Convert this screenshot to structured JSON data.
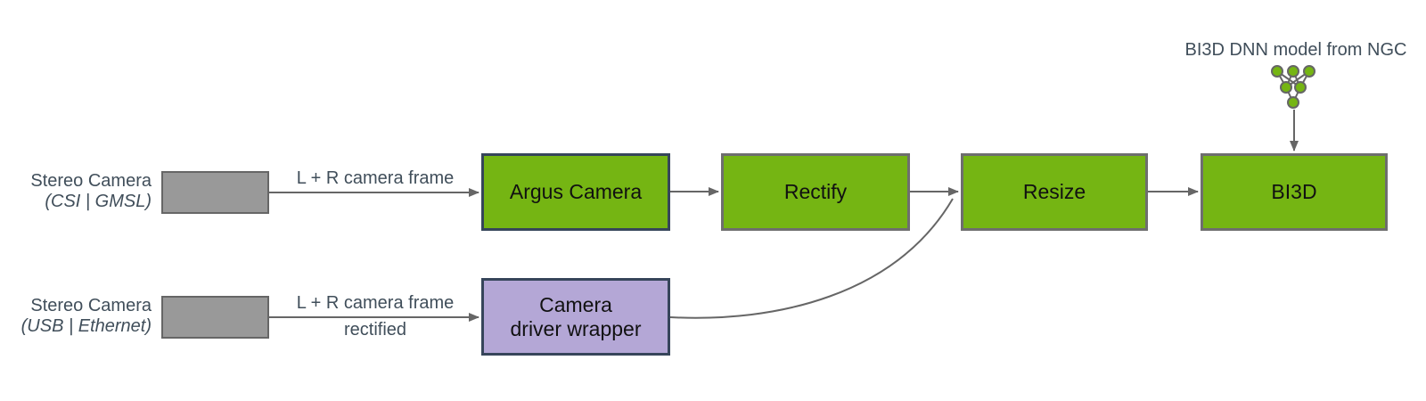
{
  "diagram": {
    "model_label": "BI3D DNN model from NGC",
    "sources": [
      {
        "name": "Stereo Camera",
        "interface": "(CSI | GMSL)"
      },
      {
        "name": "Stereo Camera",
        "interface": "(USB | Ethernet)"
      }
    ],
    "edge_labels": {
      "csi_frame": "L + R camera frame",
      "usb_frame": "L + R camera frame",
      "usb_frame_note": "rectified"
    },
    "nodes": {
      "argus": "Argus Camera",
      "rectify": "Rectify",
      "resize": "Resize",
      "bi3d": "BI3D",
      "wrapper_line1": "Camera",
      "wrapper_line2": "driver wrapper"
    },
    "colors": {
      "nvidia_green": "#75b513",
      "purple_fill": "#b4a7d6",
      "gray_fill": "#999999",
      "arrow": "#666666",
      "dark_border": "#36455a",
      "gray_border": "#6e6e6e",
      "label_text": "#404e5a",
      "node_text": "#111111"
    }
  }
}
